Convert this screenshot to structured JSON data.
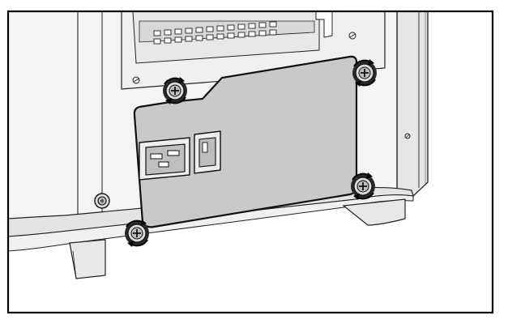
{
  "figure": {
    "subject": "pc-case-rear-psu-removal",
    "colors": {
      "background": "#ffffff",
      "frame": "#000000",
      "case": "#f4f4f4",
      "case_shade": "#e2e2e2",
      "psu_plate": "#c8c8c8",
      "line": "#222222"
    },
    "screws": [
      {
        "id": "top-left",
        "icon": "screw-with-rotation-arrow-icon"
      },
      {
        "id": "top-right",
        "icon": "screw-with-rotation-arrow-icon"
      },
      {
        "id": "bottom-left",
        "icon": "screw-with-rotation-arrow-icon"
      },
      {
        "id": "bottom-right",
        "icon": "screw-with-rotation-arrow-icon"
      }
    ],
    "features": [
      "ac-power-inlet",
      "power-rocker-switch",
      "expansion-slot-grille",
      "case-feet",
      "thumb-screw"
    ]
  }
}
